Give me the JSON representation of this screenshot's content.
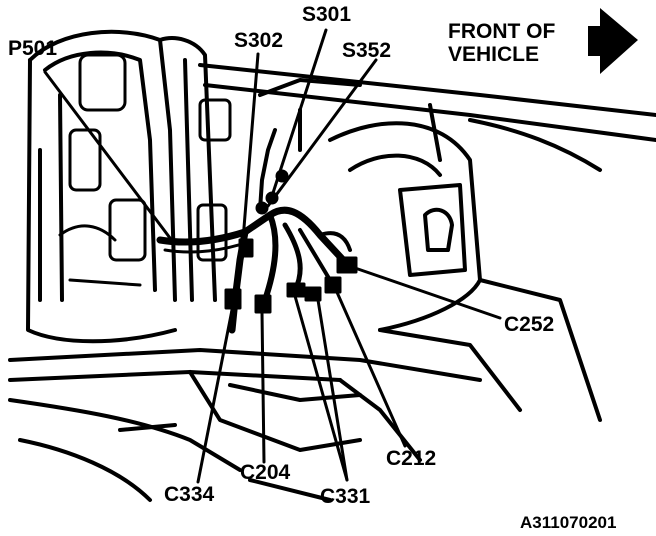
{
  "orientation": {
    "line1": "FRONT OF",
    "line2": "VEHICLE",
    "arrow_icon": "right-arrow-icon"
  },
  "callouts": {
    "p501": "P501",
    "s301": "S301",
    "s302": "S302",
    "s352": "S352",
    "c252": "C252",
    "c212": "C212",
    "c204": "C204",
    "c331": "C331",
    "c334": "C334"
  },
  "figure_id": "A311070201",
  "colors": {
    "ink": "#000000",
    "paper": "#ffffff"
  }
}
